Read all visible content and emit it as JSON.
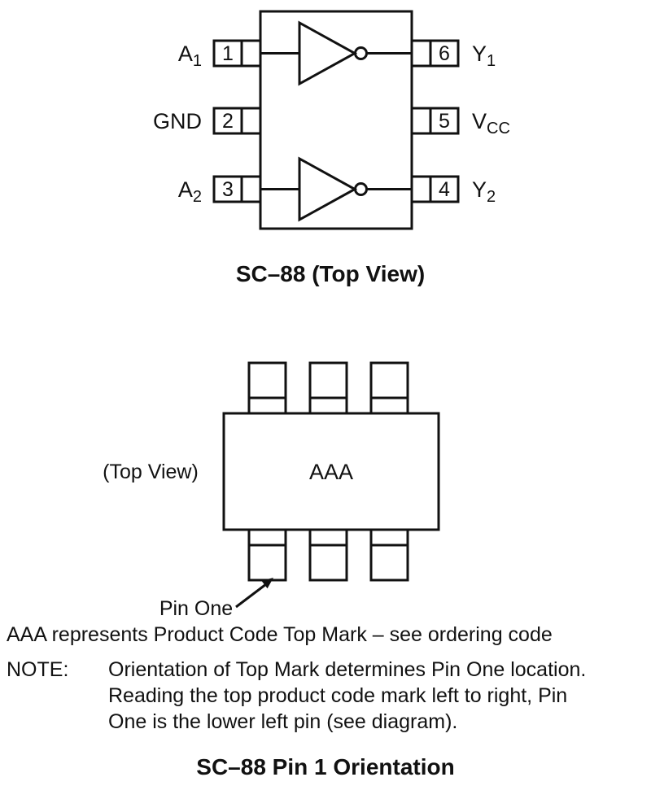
{
  "top_diagram": {
    "caption": "SC–88 (Top View)",
    "pins_left": [
      {
        "number": "1",
        "label": "A",
        "subscript": "1"
      },
      {
        "number": "2",
        "label": "GND",
        "subscript": ""
      },
      {
        "number": "3",
        "label": "A",
        "subscript": "2"
      }
    ],
    "pins_right": [
      {
        "number": "6",
        "label": "Y",
        "subscript": "1"
      },
      {
        "number": "5",
        "label": "V",
        "subscript": "CC"
      },
      {
        "number": "4",
        "label": "Y",
        "subscript": "2"
      }
    ],
    "gate_symbols": [
      "inverter-gate",
      "inverter-gate"
    ]
  },
  "orientation_diagram": {
    "view_label": "(Top View)",
    "top_mark": "AAA",
    "pin_one_label": "Pin One",
    "caption": "SC–88 Pin 1 Orientation"
  },
  "notes": {
    "legend": "AAA represents Product Code Top Mark – see ordering code",
    "note_label": "NOTE:",
    "note_lines": [
      "Orientation of Top Mark determines Pin One location.",
      "Reading the top product code mark left to right, Pin",
      "One is the lower left pin (see diagram)."
    ]
  },
  "colors": {
    "ink": "#111111",
    "background": "#ffffff"
  }
}
